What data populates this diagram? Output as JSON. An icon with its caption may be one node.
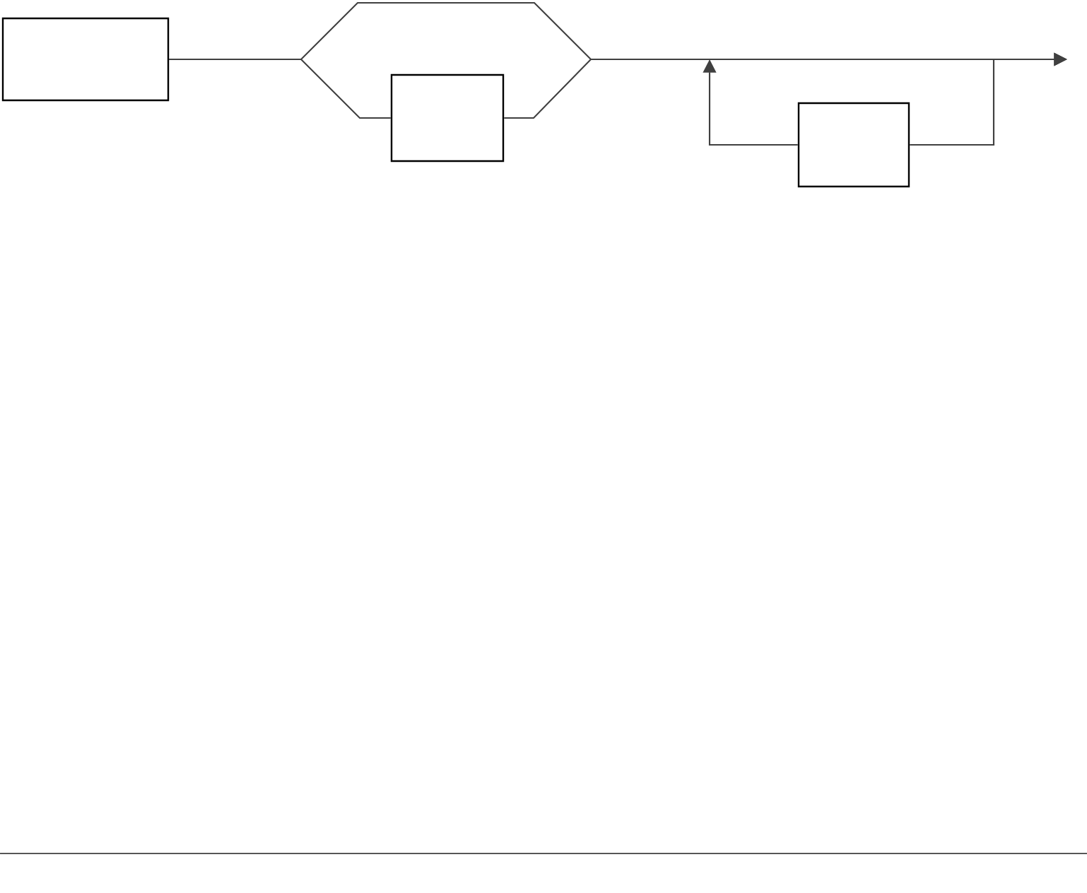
{
  "diagram": {
    "nodes": [
      {
        "text": [],
        "shape": "box"
      },
      {
        "text": [],
        "shape": "box"
      },
      {
        "text": [],
        "shape": "box"
      }
    ],
    "edges": [
      {
        "from": 0,
        "to": 1,
        "arrow": "none"
      },
      {
        "from": 0,
        "to": null,
        "arrow": "to"
      },
      {
        "from": 1,
        "to": null,
        "arrow": "to"
      },
      {
        "from": null,
        "to": 2,
        "arrow": "none"
      },
      {
        "from": 2,
        "to": null,
        "arrow": "to"
      }
    ]
  }
}
